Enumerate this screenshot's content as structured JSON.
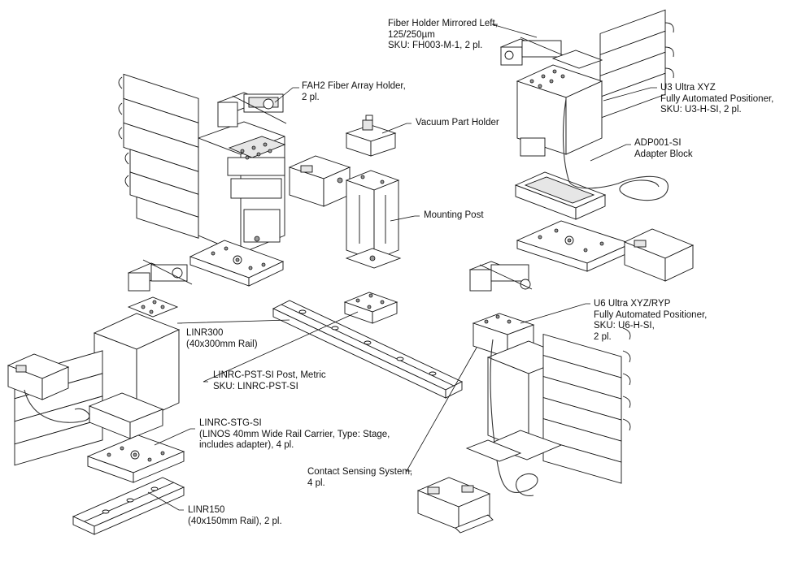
{
  "labels": {
    "fiber_holder": [
      "Fiber Holder Mirrored Left,",
      "125/250µm",
      "SKU: FH003-M-1, 2 pl."
    ],
    "fah2": [
      "FAH2 Fiber Array Holder,",
      "2 pl."
    ],
    "vacuum": [
      "Vacuum Part Holder"
    ],
    "u3": [
      "U3 Ultra XYZ",
      "Fully Automated Positioner,",
      "SKU:  U3-H-SI, 2 pl."
    ],
    "adp001": [
      "ADP001-SI",
      "Adapter Block"
    ],
    "mounting_post": [
      "Mounting Post"
    ],
    "u6": [
      "U6 Ultra XYZ/RYP",
      "Fully Automated Positioner,",
      "SKU:  U6-H-SI,",
      "2 pl."
    ],
    "linr300": [
      "LINR300",
      "(40x300mm Rail)"
    ],
    "post": [
      "LINRC-PST-SI Post, Metric",
      "SKU: LINRC-PST-SI"
    ],
    "stg": [
      "LINRC-STG-SI",
      "(LINOS 40mm Wide Rail Carrier, Type: Stage,",
      "includes adapter), 4 pl."
    ],
    "contact": [
      "Contact Sensing System,",
      "4 pl."
    ],
    "linr150": [
      "LINR150",
      "(40x150mm Rail), 2 pl."
    ]
  },
  "components": [
    "u3-positioner-left",
    "u3-positioner-right",
    "u6-positioner-left",
    "u6-positioner-right",
    "fah2-holder-left",
    "fah2-holder-right",
    "fiber-holder-left",
    "fiber-holder-right",
    "vacuum-part-holder",
    "mounting-post",
    "linr300-rail",
    "linr150-rail",
    "rail-carrier-1",
    "rail-carrier-2",
    "rail-carrier-3",
    "rail-carrier-4",
    "adapter-block",
    "contact-sensing-box-1",
    "contact-sensing-box-2",
    "contact-sensing-box-3",
    "contact-sensing-box-4"
  ],
  "colors": {
    "line": "#111111",
    "background": "#ffffff",
    "shade": "#e6e6e6"
  }
}
